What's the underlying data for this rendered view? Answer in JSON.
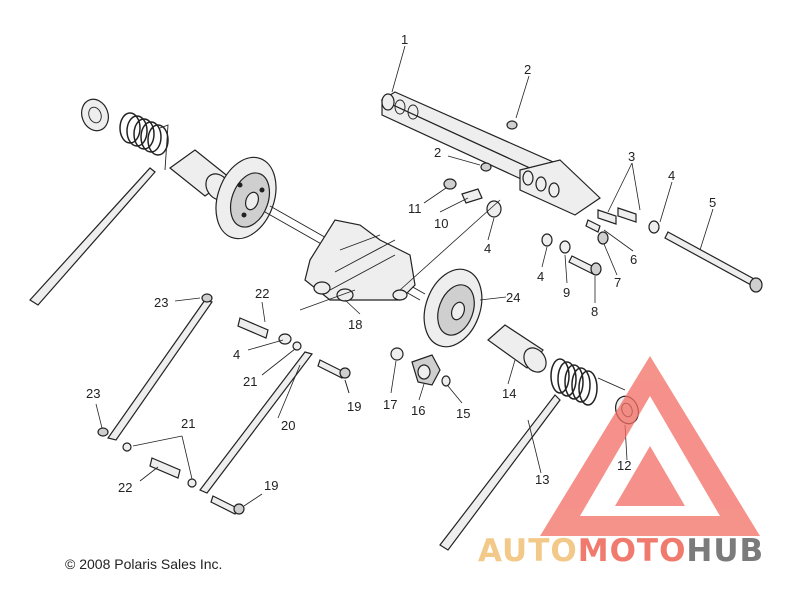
{
  "labels": [
    "1",
    "2",
    "2",
    "3",
    "4",
    "5",
    "6",
    "7",
    "8",
    "9",
    "4",
    "10",
    "11",
    "4",
    "12",
    "13",
    "14",
    "15",
    "16",
    "17",
    "18",
    "19",
    "19",
    "20",
    "21",
    "21",
    "22",
    "22",
    "23",
    "23",
    "24"
  ],
  "copyright": "© 2008 Polaris Sales Inc.",
  "watermark": {
    "part1": "AUTO",
    "part2": "MOTO",
    "part3": "HUB",
    "colors": {
      "auto": "#f3c98a",
      "moto": "#f07a6e",
      "hub": "#7b7b7b",
      "triangle": "#f26d63"
    }
  }
}
